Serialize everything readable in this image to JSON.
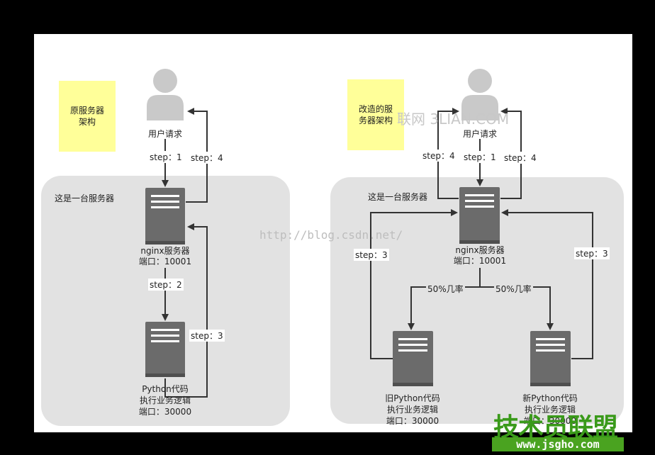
{
  "colors": {
    "server": "#6b6b6b",
    "group_bg": "#e2e2e2",
    "note_bg": "#ffff99",
    "arrow": "#333333"
  },
  "left": {
    "note": [
      "原服务器",
      "架构"
    ],
    "user_label": "用户请求",
    "server_group_label": "这是一台服务器",
    "nginx_label": [
      "nginx服务器",
      "端口：10001"
    ],
    "python_label": [
      "Python代码",
      "执行业务逻辑",
      "端口：30000"
    ],
    "steps": {
      "s1": "step：1",
      "s2": "step：2",
      "s3": "step：3",
      "s4": "step：4"
    }
  },
  "right": {
    "note": [
      "改造的服",
      "务器架构"
    ],
    "user_label": "用户请求",
    "server_group_label": "这是一台服务器",
    "nginx_label": [
      "nginx服务器",
      "端口：10001"
    ],
    "old_label": [
      "旧Python代码",
      "执行业务逻辑",
      "端口：30000"
    ],
    "new_label": [
      "新Python代码",
      "执行业务逻辑",
      "端口：30000"
    ],
    "split_left": "50%几率",
    "split_right": "50%几率",
    "steps": {
      "s4a": "step：4",
      "s1": "step：1",
      "s4b": "step：4",
      "s3a": "step：3",
      "s3b": "step：3"
    }
  },
  "watermarks": {
    "blog": "http://blog.csdn.net/",
    "site": "联网 3LIAN.COM",
    "brand": "技术员联盟",
    "brand_url": "www.jsgho.com"
  }
}
